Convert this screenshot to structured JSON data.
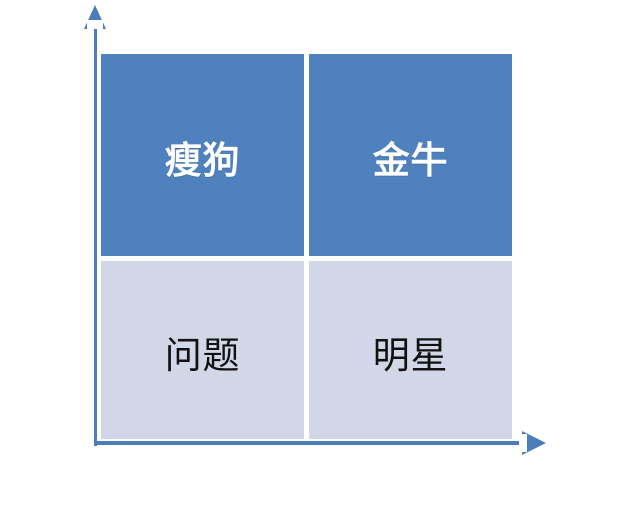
{
  "chart_data": {
    "type": "table",
    "title": "",
    "xlabel": "",
    "ylabel": "",
    "legend": [],
    "grid": false,
    "layout": {
      "rows": 2,
      "columns": 2,
      "x_axis": "horizontal-arrow-right",
      "y_axis": "vertical-arrow-up"
    },
    "colors": {
      "quadrant_high": "#4E81BD",
      "quadrant_low": "#D1D7E7",
      "axis": "#4A7EBB",
      "label_on_high": "#FFFFFF",
      "label_on_low": "#111111",
      "background": "#FFFFFF",
      "divider": "#FFFFFF"
    },
    "quadrants": [
      {
        "position": "top-left",
        "row": 0,
        "column": 0,
        "label": "瘦狗",
        "fill": "#4E81BD",
        "text_color": "#FFFFFF",
        "bold": true
      },
      {
        "position": "top-right",
        "row": 0,
        "column": 1,
        "label": "金牛",
        "fill": "#4E81BD",
        "text_color": "#FFFFFF",
        "bold": true
      },
      {
        "position": "bottom-left",
        "row": 1,
        "column": 0,
        "label": "问题",
        "fill": "#D1D7E7",
        "text_color": "#111111",
        "bold": false
      },
      {
        "position": "bottom-right",
        "row": 1,
        "column": 1,
        "label": "明星",
        "fill": "#D1D7E7",
        "text_color": "#111111",
        "bold": false
      }
    ]
  },
  "axes": {
    "y_arrow_icon": "arrow-up-icon",
    "x_arrow_icon": "arrow-right-icon"
  }
}
